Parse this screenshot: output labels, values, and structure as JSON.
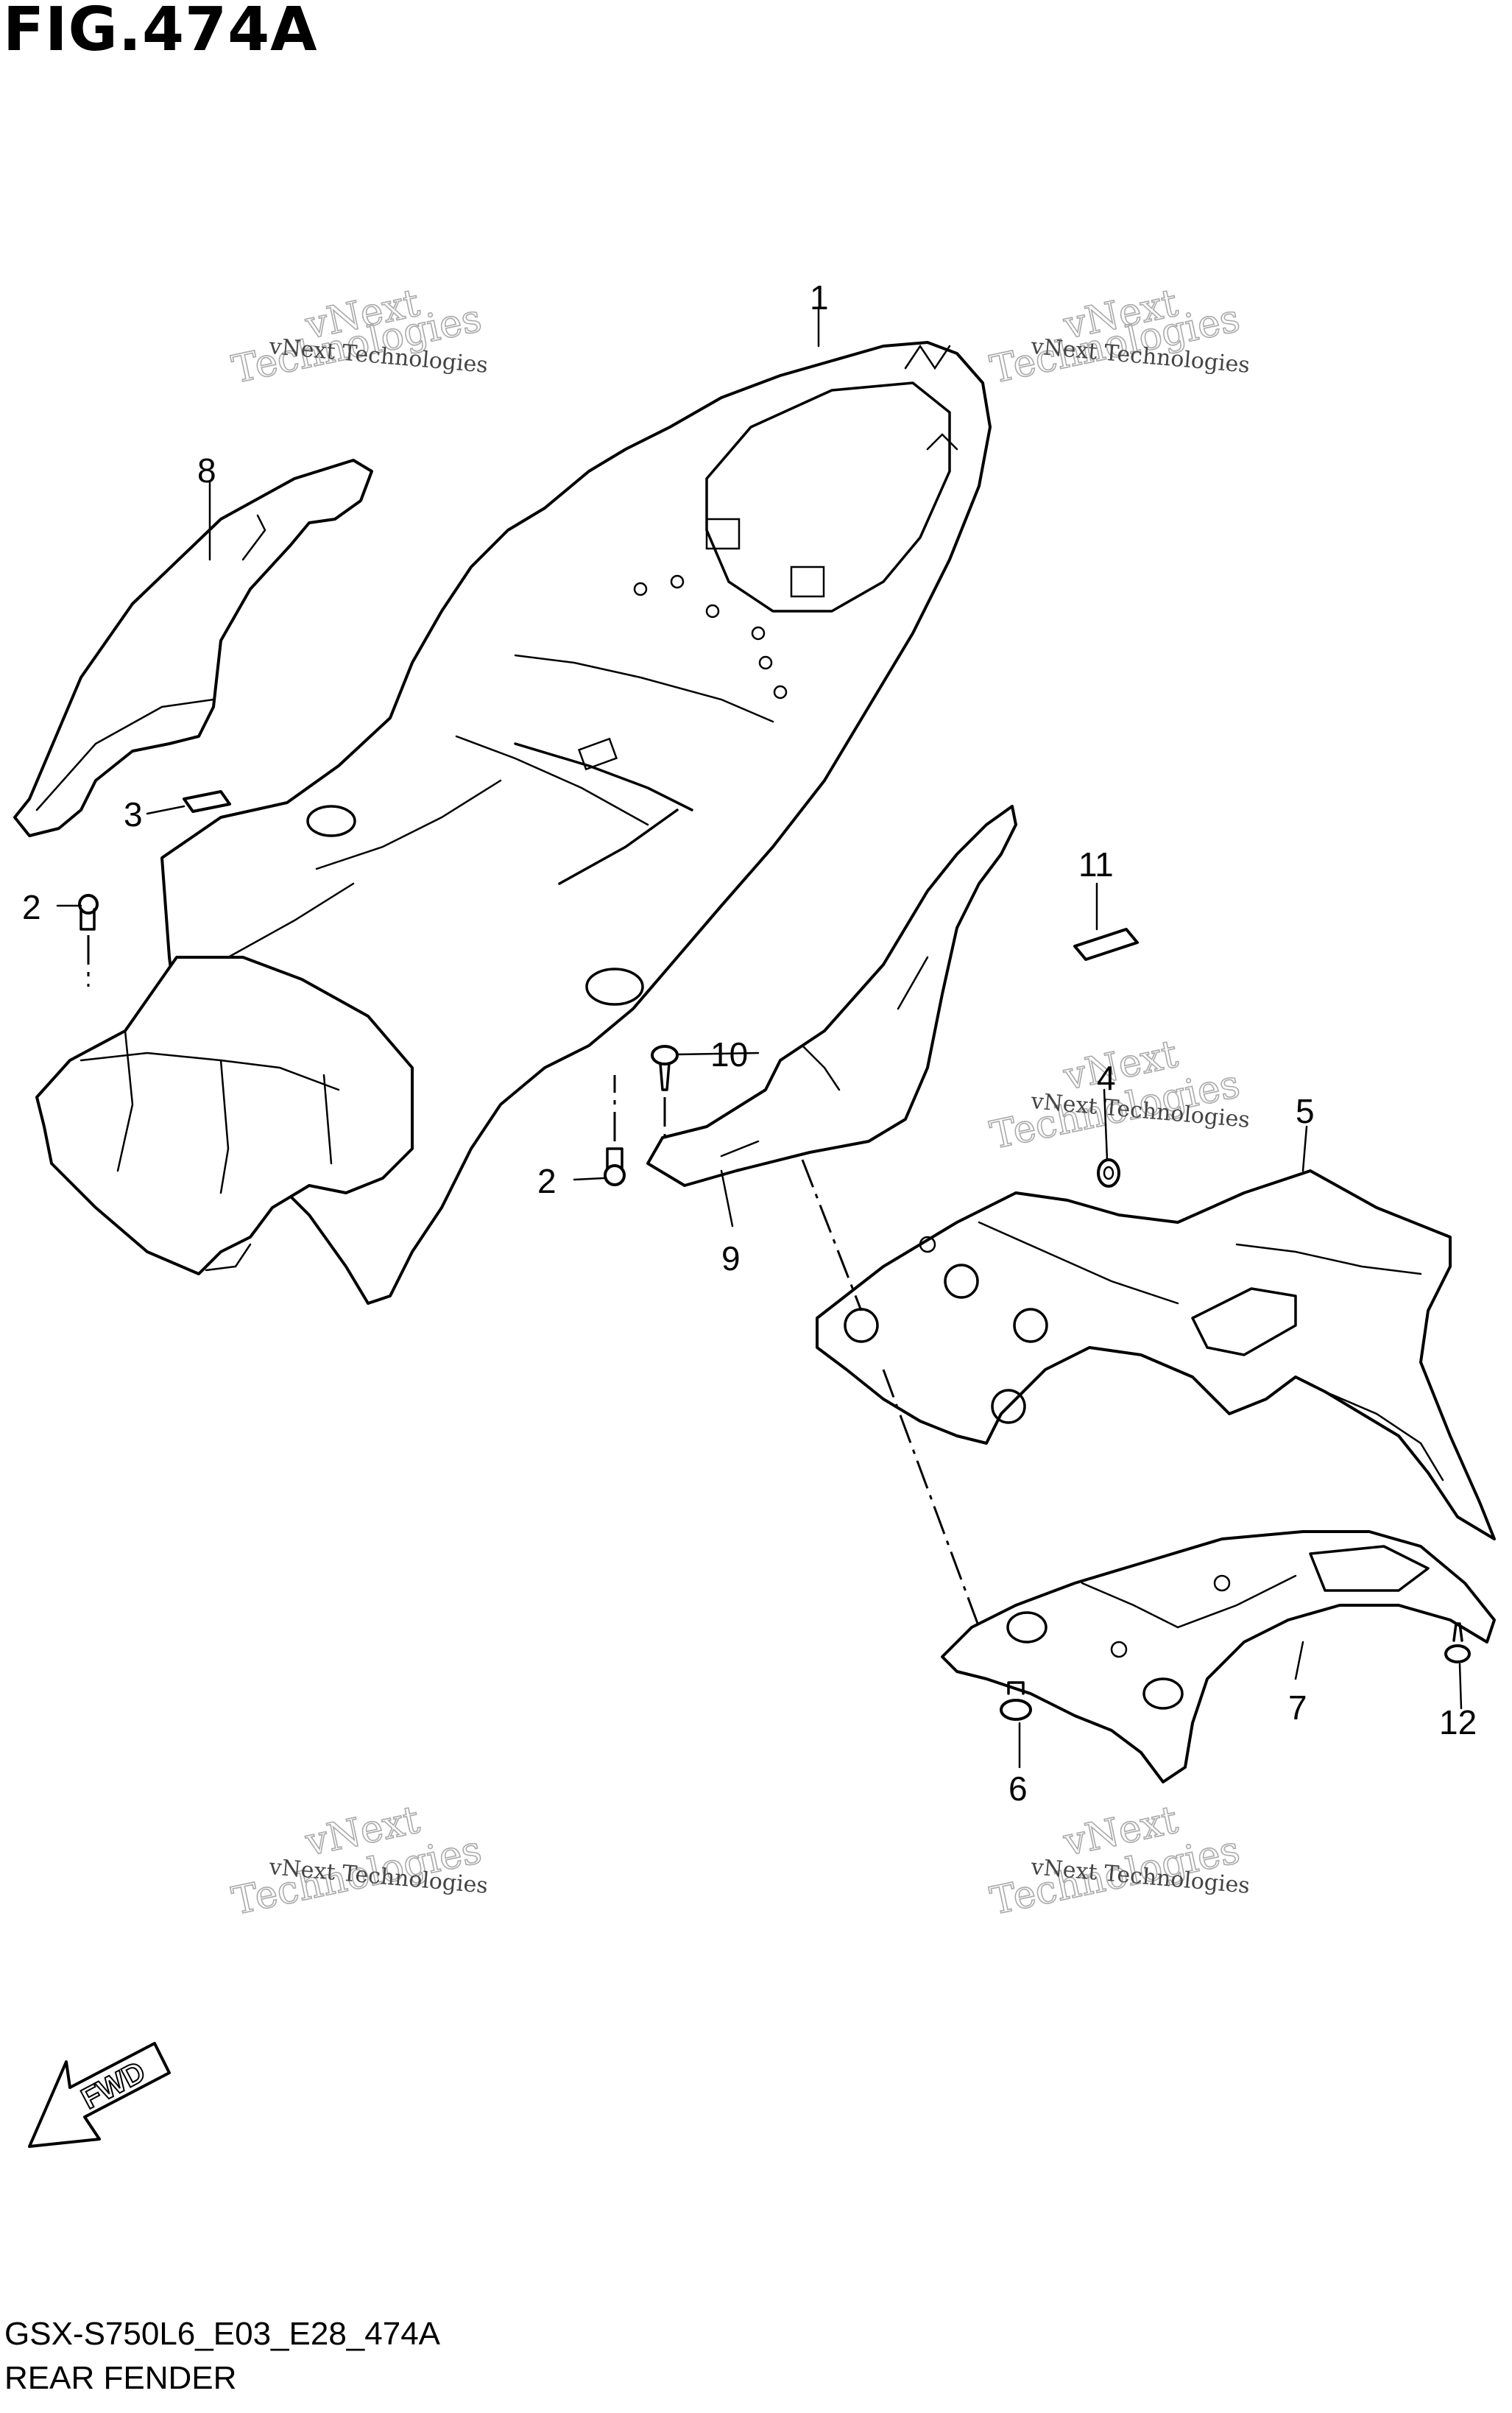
{
  "figure": {
    "title": "FIG.474A",
    "model_code": "GSX-S750L6_E03_E28_474A",
    "name": "REAR FENDER"
  },
  "callouts": [
    "1",
    "2",
    "2",
    "3",
    "4",
    "5",
    "6",
    "7",
    "8",
    "9",
    "10",
    "11",
    "12"
  ],
  "watermark": {
    "line1": "vNext Technologies",
    "line2": "vNext",
    "line3": "Technologies"
  },
  "direction_label": "FWD"
}
